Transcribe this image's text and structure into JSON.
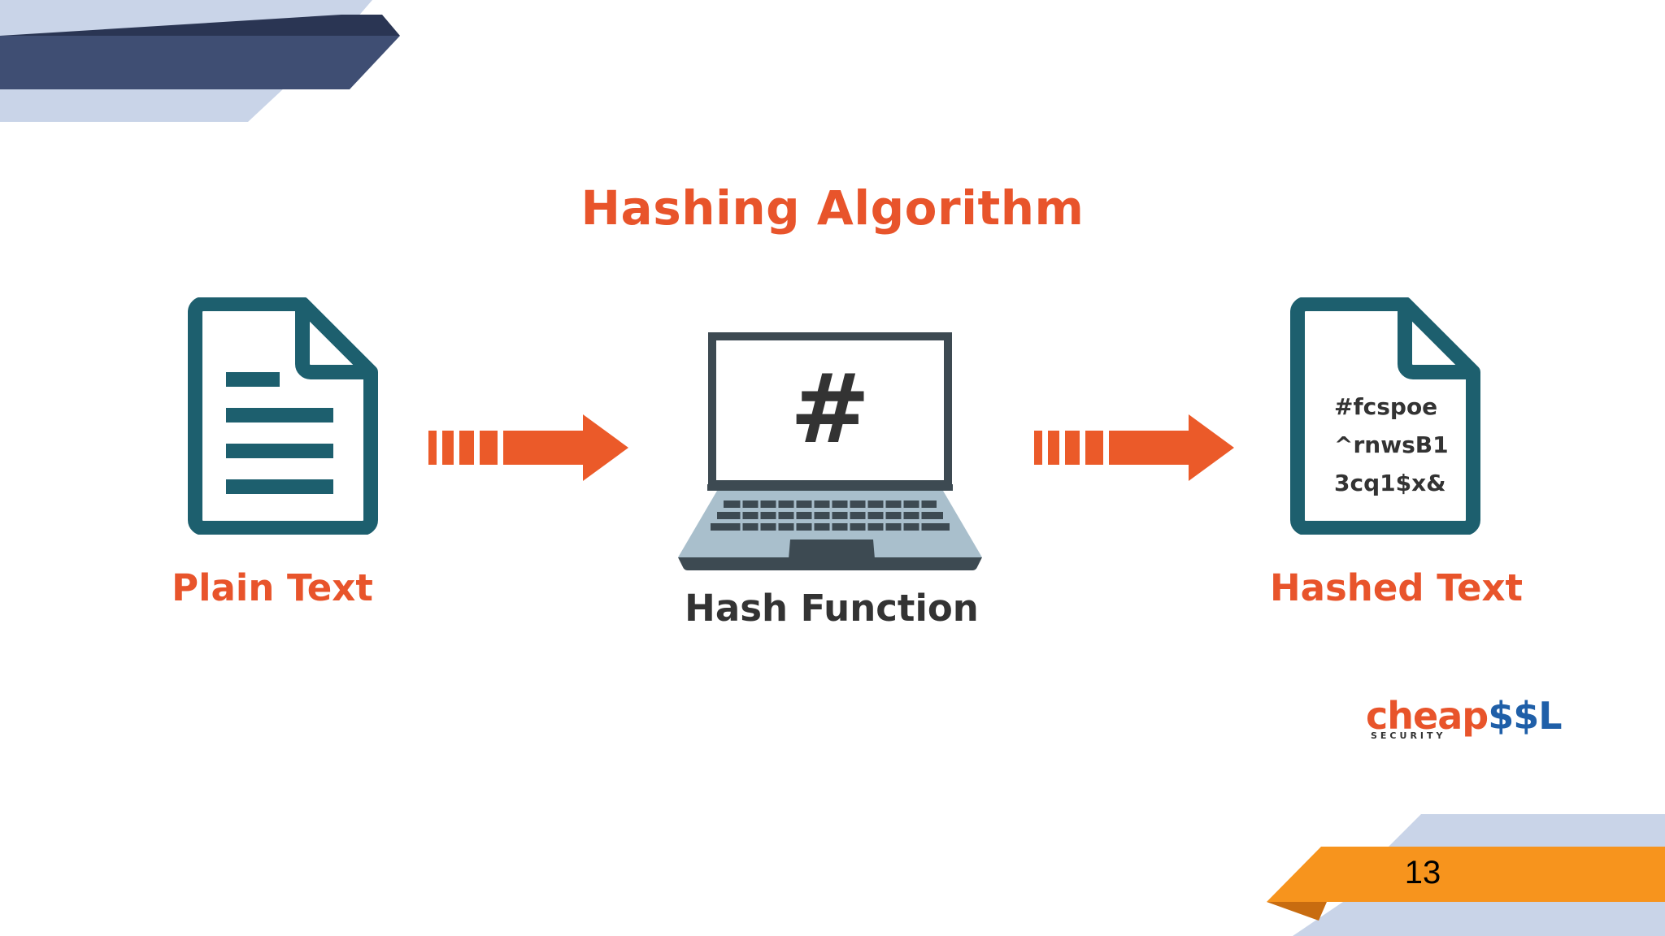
{
  "colors": {
    "orange_text": "#e8542b",
    "arrow": "#eb5a29",
    "teal": "#1d5f6e",
    "dark_text": "#333333",
    "navy": "#3f4e73",
    "navy_dark": "#2a3553",
    "light_blue": "#c9d4e8",
    "laptop_body": "#a9bfcc",
    "laptop_keys": "#3d4a52",
    "banner_orange": "#f7941d",
    "logo_blue": "#1f5fa8"
  },
  "diagram": {
    "title": "Hashing Algorithm",
    "nodes": {
      "plain": {
        "label": "Plain Text",
        "icon": "document-icon"
      },
      "hash_function": {
        "label": "Hash Function",
        "icon": "laptop-icon",
        "screen_symbol": "#"
      },
      "hashed": {
        "label": "Hashed Text",
        "icon": "document-icon",
        "content_lines": [
          "#fcspoe",
          "^rnwsB1",
          "3cq1$x&"
        ]
      }
    },
    "edges": [
      {
        "from": "plain",
        "to": "hash_function",
        "icon": "arrow-right-icon"
      },
      {
        "from": "hash_function",
        "to": "hashed",
        "icon": "arrow-right-icon"
      }
    ]
  },
  "logo": {
    "main": "cheap",
    "accent": "$$L",
    "sub": "SECURITY"
  },
  "slide": {
    "page_number": "13"
  }
}
